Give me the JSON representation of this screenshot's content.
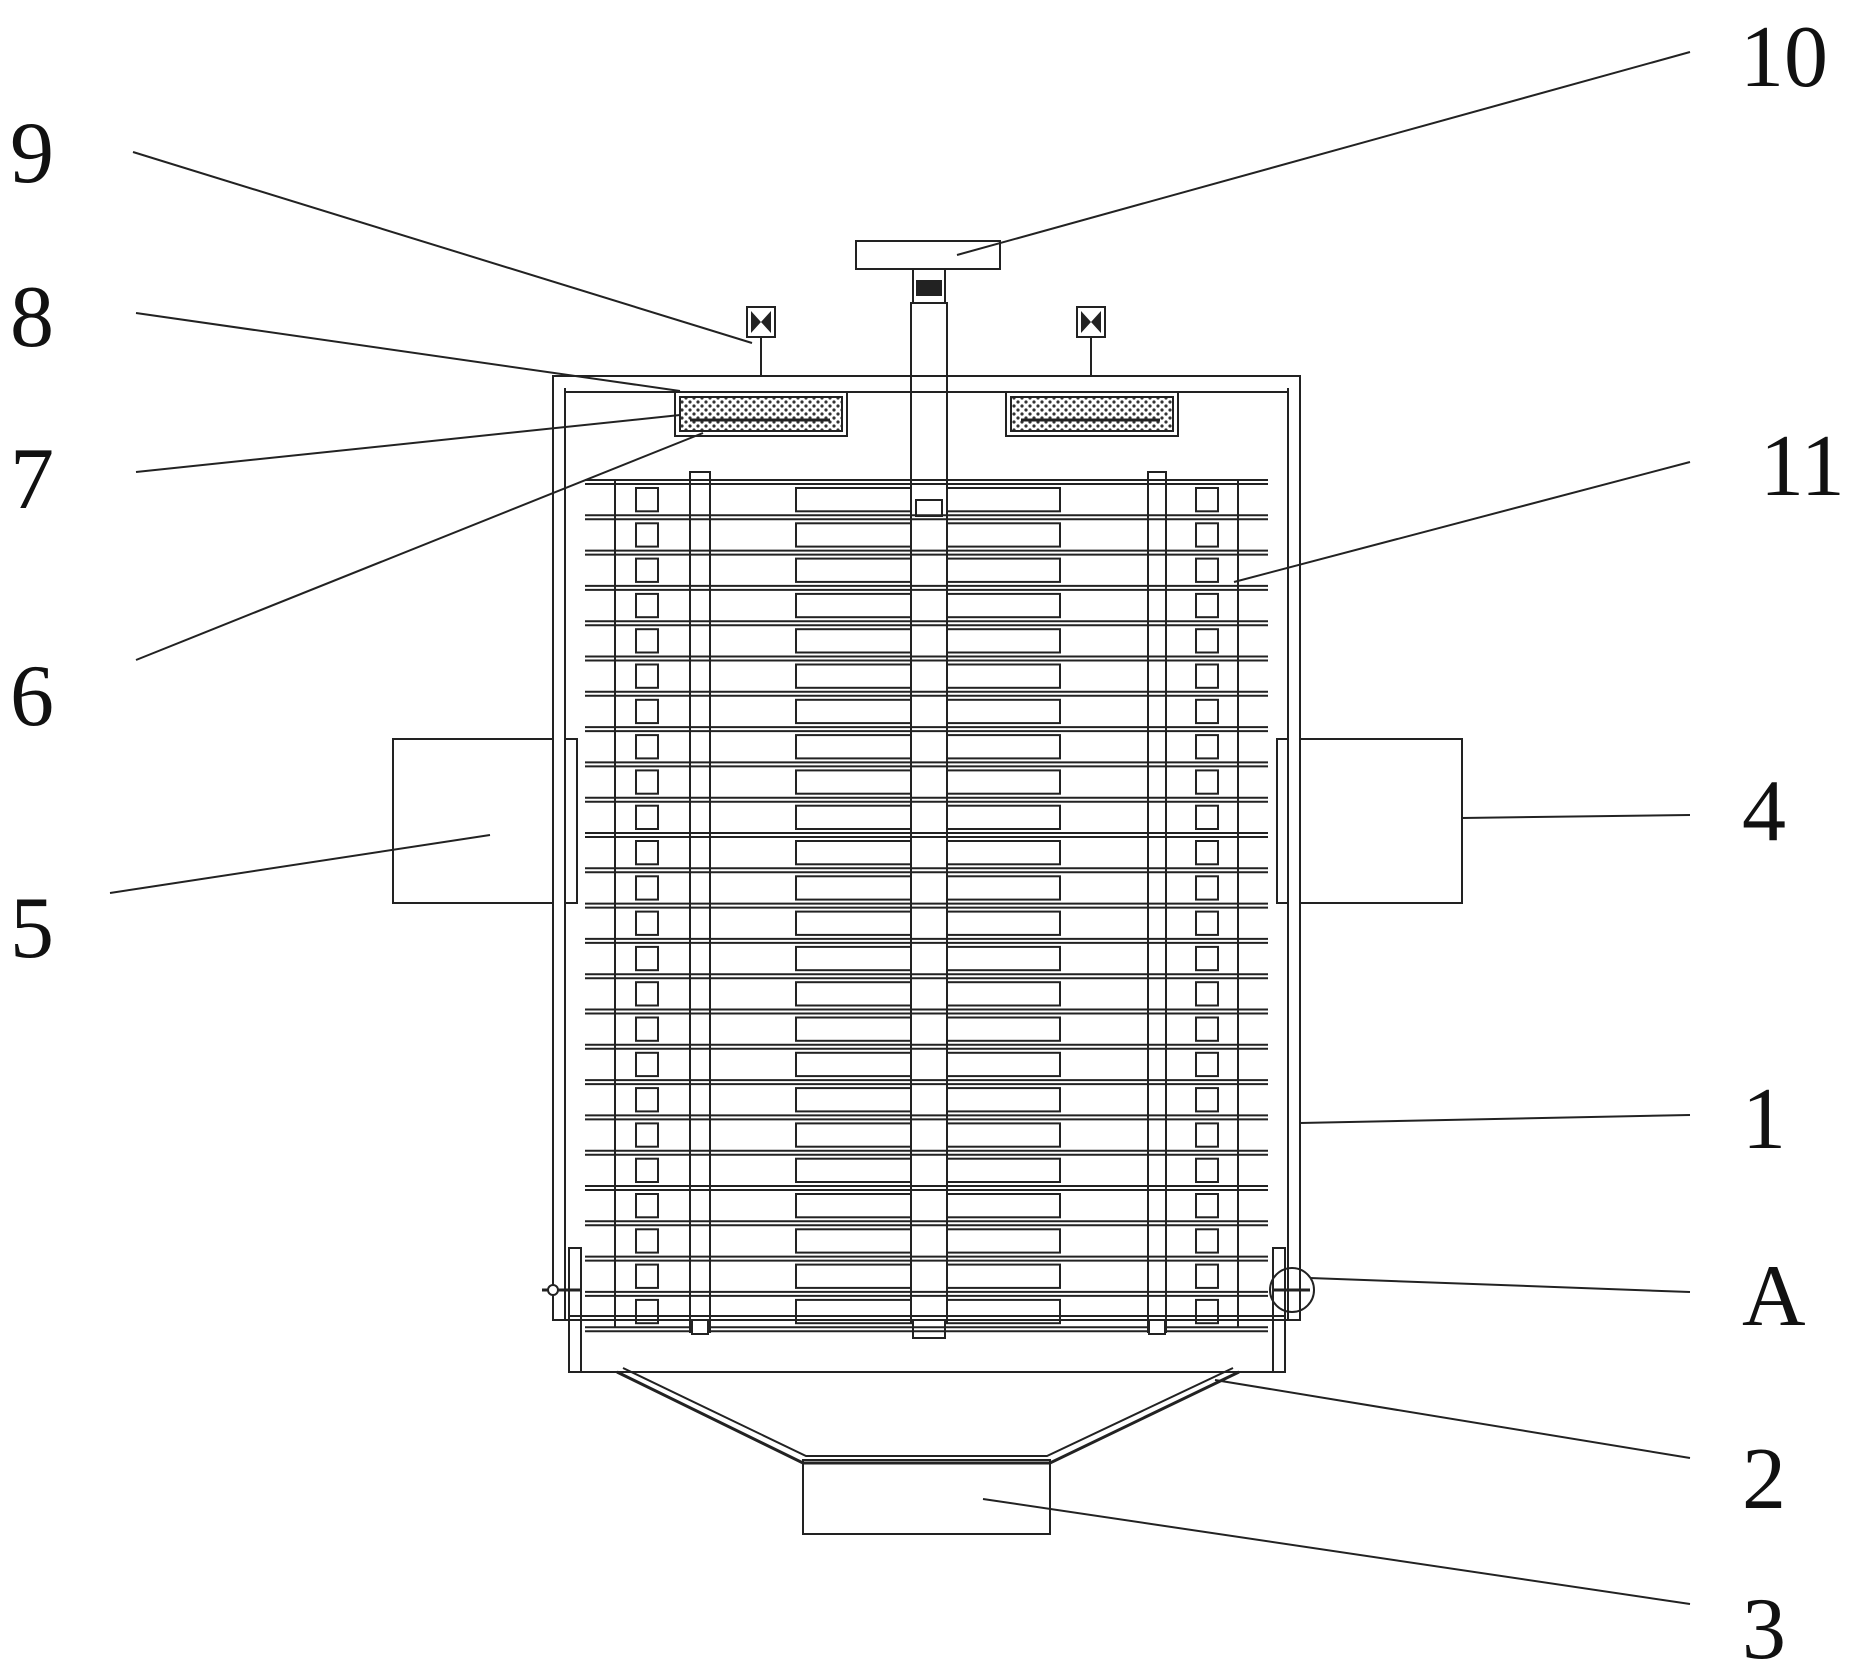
{
  "diagram": {
    "labels": {
      "n1": "1",
      "n2": "2",
      "n3": "3",
      "n4": "4",
      "n5": "5",
      "n6": "6",
      "n7": "7",
      "n8": "8",
      "n9": "9",
      "n10": "10",
      "n11": "11",
      "nA": "A"
    },
    "shelf_count": 24
  }
}
